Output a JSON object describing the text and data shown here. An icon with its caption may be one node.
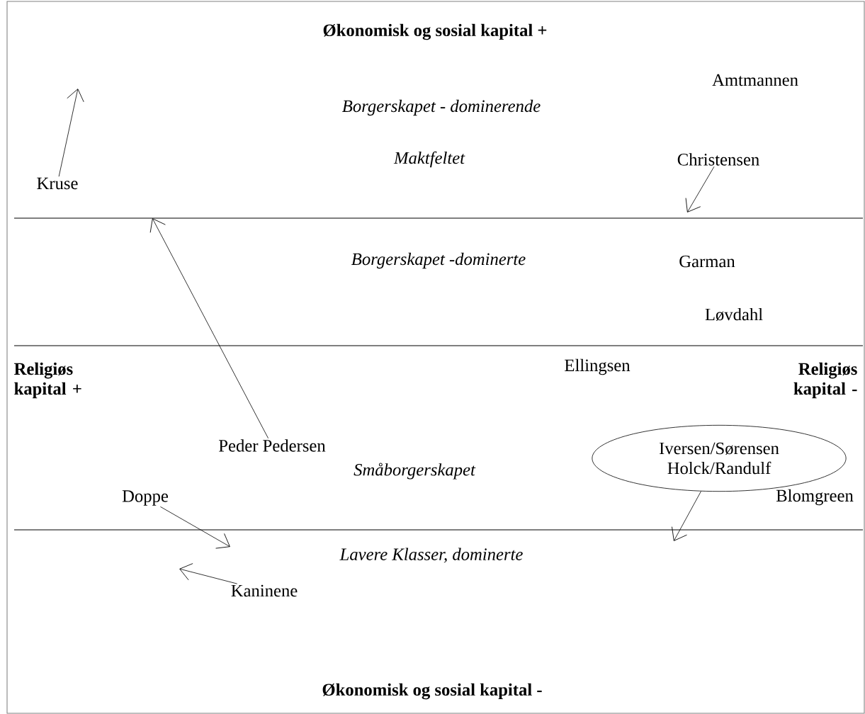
{
  "diagram": {
    "title": "Økonomisk og sosial kapital +",
    "nodes": [
      {
        "text": [
          "Kruse"
        ]
      },
      {
        "text": [
          "Christensen"
        ]
      },
      {
        "text": [
          "Peder Pedersen"
        ]
      },
      {
        "text": [
          "Iversen/Sørensen Holck/Randulf"
        ]
      },
      {
        "text": [
          "Doppe"
        ]
      },
      {
        "text": [
          "Kaninene"
        ]
      }
    ],
    "edges": [
      {
        "from": 0,
        "to": null,
        "arrow": "to"
      },
      {
        "from": 1,
        "to": null,
        "arrow": "to"
      },
      {
        "from": 2,
        "to": null,
        "arrow": "to"
      },
      {
        "from": 3,
        "to": null,
        "arrow": "to"
      },
      {
        "from": 4,
        "to": null,
        "arrow": "to"
      },
      {
        "from": 5,
        "to": null,
        "arrow": "to"
      }
    ],
    "labels": [
      "Amtmannen",
      "Borgerskapet - dominerende",
      "Maktfeltet",
      "Borgerskapet -dominerte",
      "Garman",
      "Løvdahl",
      "Religiøs kapital +",
      "Ellingsen",
      "Religiøs kapital -",
      "Småborgerskapet",
      "Blomgreen",
      "Lavere Klasser, dominerte",
      "Økonomisk og sosial kapital -"
    ]
  }
}
